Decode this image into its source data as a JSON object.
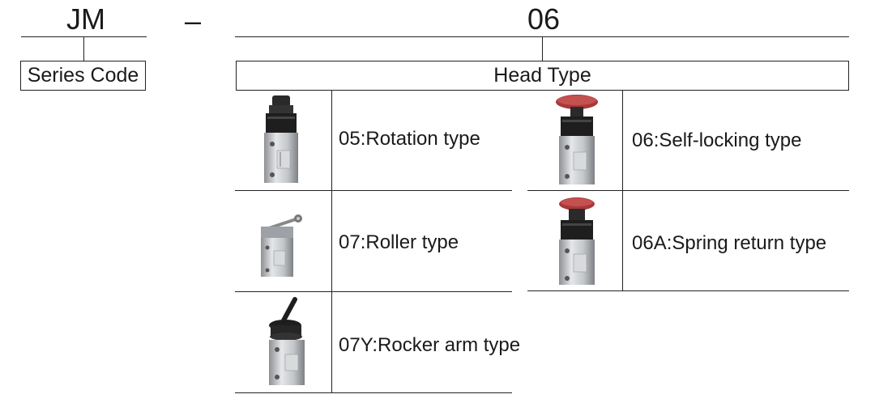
{
  "series": {
    "code": "JM",
    "label": "Series Code"
  },
  "separator": "–",
  "head": {
    "code": "06",
    "label": "Head Type"
  },
  "types": [
    {
      "label": "05:Rotation type",
      "icon": "rotation-knob-valve"
    },
    {
      "label": "06:Self-locking type",
      "icon": "mushroom-button-valve"
    },
    {
      "label": "07:Roller type",
      "icon": "roller-lever-valve"
    },
    {
      "label": "06A:Spring return type",
      "icon": "spring-return-button-valve"
    },
    {
      "label": "07Y:Rocker arm type",
      "icon": "rocker-arm-valve"
    }
  ],
  "colors": {
    "line": "#222222",
    "metal": "#b9bcc0",
    "dark": "#202020",
    "red": "#b03a3a"
  }
}
